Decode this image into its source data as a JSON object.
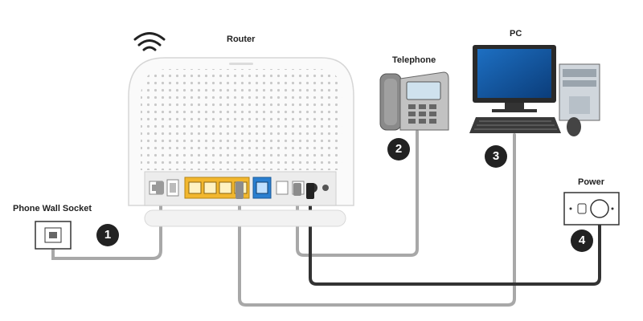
{
  "labels": {
    "router": "Router",
    "telephone": "Telephone",
    "pc": "PC",
    "phone_wall_socket": "Phone Wall Socket",
    "power": "Power"
  },
  "steps": [
    "1",
    "2",
    "3",
    "4"
  ],
  "colors": {
    "cable_grey": "#a8a8a8",
    "cable_dark": "#333333",
    "lan_port": "#f2b72e",
    "wan_port": "#2a7fd0",
    "badge": "#222222"
  },
  "icons": [
    "wifi-icon",
    "router-icon",
    "telephone-icon",
    "pc-icon",
    "wall-socket-icon",
    "power-socket-icon"
  ]
}
